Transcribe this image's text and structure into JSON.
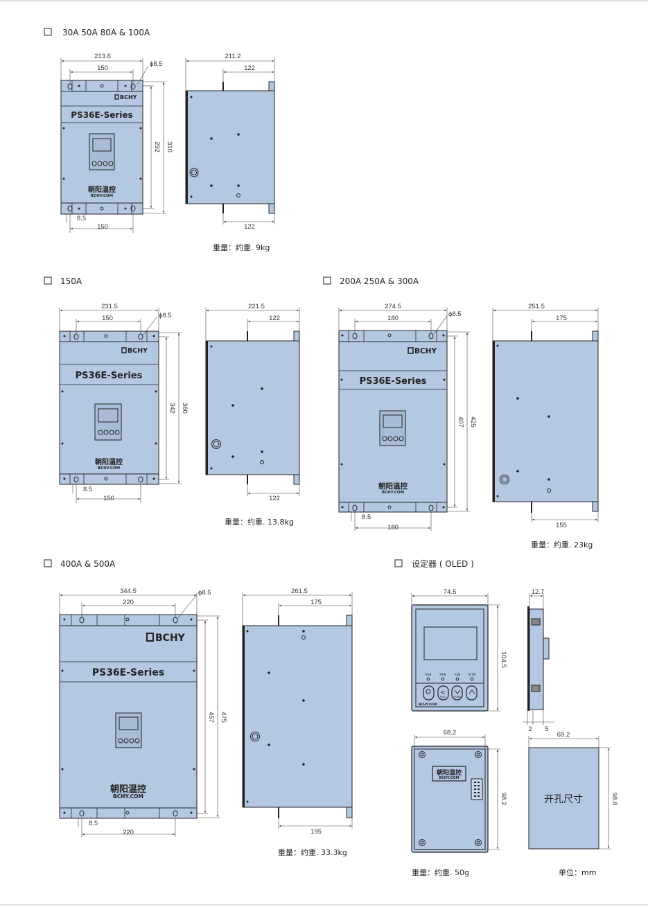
{
  "sections": {
    "s1": "30A  50A  80A & 100A",
    "s2": "150A",
    "s3": "200A  250A & 300A",
    "s4": "400A & 500A",
    "s5": "设定器 ( OLED )"
  },
  "brand": "BCHY",
  "series": "PS36E-Series",
  "cn_brand": "朝阳温控",
  "url": "BCHY.COM",
  "dims": {
    "u1": {
      "w": "213.6",
      "hole_span": "150",
      "hole": "ϕ8.5",
      "h_inner": "292",
      "h_total": "310",
      "bot_off": "8.5",
      "bot_span": "150"
    },
    "s1": {
      "w": "211.2",
      "top": "122",
      "bot": "122"
    },
    "u2": {
      "w": "231.5",
      "hole_span": "150",
      "hole": "ϕ8.5",
      "h_inner": "342",
      "h_total": "360",
      "bot_off": "8.5",
      "bot_span": "150"
    },
    "s2": {
      "w": "221.5",
      "top": "122",
      "bot": "122"
    },
    "u3": {
      "w": "274.5",
      "hole_span": "180",
      "hole": "ϕ8.5",
      "h_inner": "407",
      "h_total": "425",
      "bot_off": "8.5",
      "bot_span": "180"
    },
    "s3": {
      "w": "251.5",
      "top": "175",
      "bot": "155"
    },
    "u4": {
      "w": "344.5",
      "hole_span": "220",
      "hole": "ϕ8.5",
      "h_inner": "457",
      "h_total": "475",
      "bot_off": "8.5",
      "bot_span": "220"
    },
    "s4": {
      "w": "261.5",
      "top": "175",
      "bot": "195"
    },
    "oled": {
      "w": "74.5",
      "h": "104.5",
      "depth": "12.7",
      "d2": "2",
      "d5": "5",
      "back_w": "68.2",
      "back_h": "98.2",
      "cut_w": "69.2",
      "cut_h": "98.8"
    }
  },
  "weights": {
    "w1": "重量：约重. 9kg",
    "w2": "重量：约重. 13.8kg",
    "w3": "重量：约重. 23kg",
    "w4": "重量：约重. 33.3kg",
    "w5": "重量：约重. 50g"
  },
  "oled_keys": [
    "RUN",
    "MAN",
    "ALM",
    "STOP"
  ],
  "oled_btns": [
    "MOV",
    "DOWN"
  ],
  "cutout_label": "开孔尺寸",
  "unit": "单位：mm",
  "colors": {
    "body": "#b4c8e2",
    "line": "#222222"
  }
}
